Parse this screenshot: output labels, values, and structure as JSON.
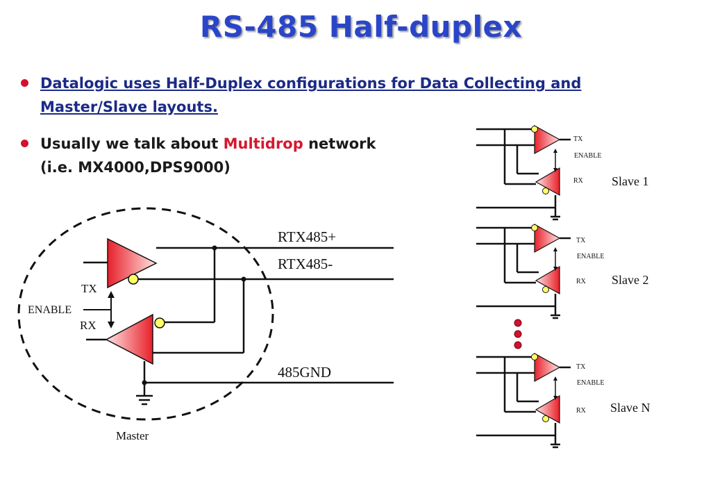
{
  "title": "RS-485 Half-duplex",
  "bullets": {
    "first": "Datalogic uses Half-Duplex configurations for Data Collecting and Master/Slave layouts.",
    "second_before": "Usually we talk about ",
    "second_highlight": "Multidrop",
    "second_after": " network (i.e. MX4000,DPS9000)"
  },
  "master": {
    "tx": "TX",
    "enable": "ENABLE",
    "rx": "RX",
    "label": "Master"
  },
  "bus": {
    "plus": "RTX485+",
    "minus": "RTX485-",
    "gnd": "485GND"
  },
  "slaves": [
    {
      "tx": "TX",
      "enable": "ENABLE",
      "rx": "RX",
      "name": "Slave 1"
    },
    {
      "tx": "TX",
      "enable": "ENABLE",
      "rx": "RX",
      "name": "Slave 2"
    },
    {
      "tx": "TX",
      "enable": "ENABLE",
      "rx": "RX",
      "name": "Slave N"
    }
  ],
  "colors": {
    "title": "#2a45c8",
    "highlight": "#d7172f",
    "driver_red": "#e8202a",
    "enable_bubble": "#ffff66"
  }
}
